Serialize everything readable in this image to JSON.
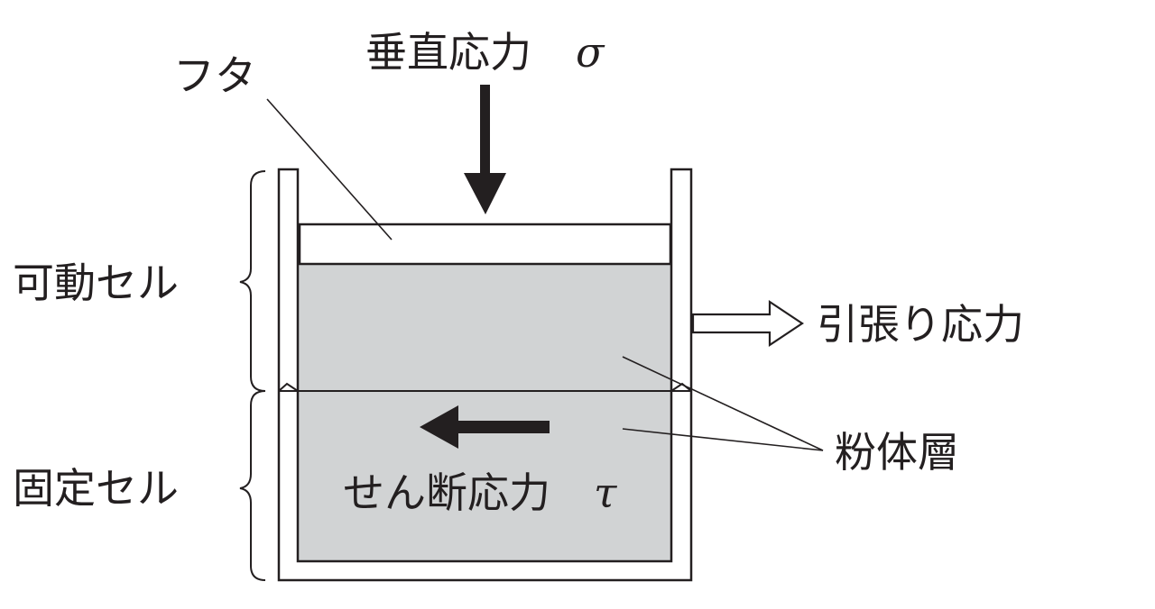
{
  "colors": {
    "ink": "#231f20",
    "powder_fill": "#d1d3d4",
    "background": "#ffffff"
  },
  "labels": {
    "normal_stress": "垂直応力",
    "normal_stress_symbol": "σ",
    "lid": "フタ",
    "movable_cell": "可動セル",
    "tensile_stress": "引張り応力",
    "powder_layer": "粉体層",
    "fixed_cell": "固定セル",
    "shear_stress": "せん断応力",
    "shear_stress_symbol": "τ"
  }
}
